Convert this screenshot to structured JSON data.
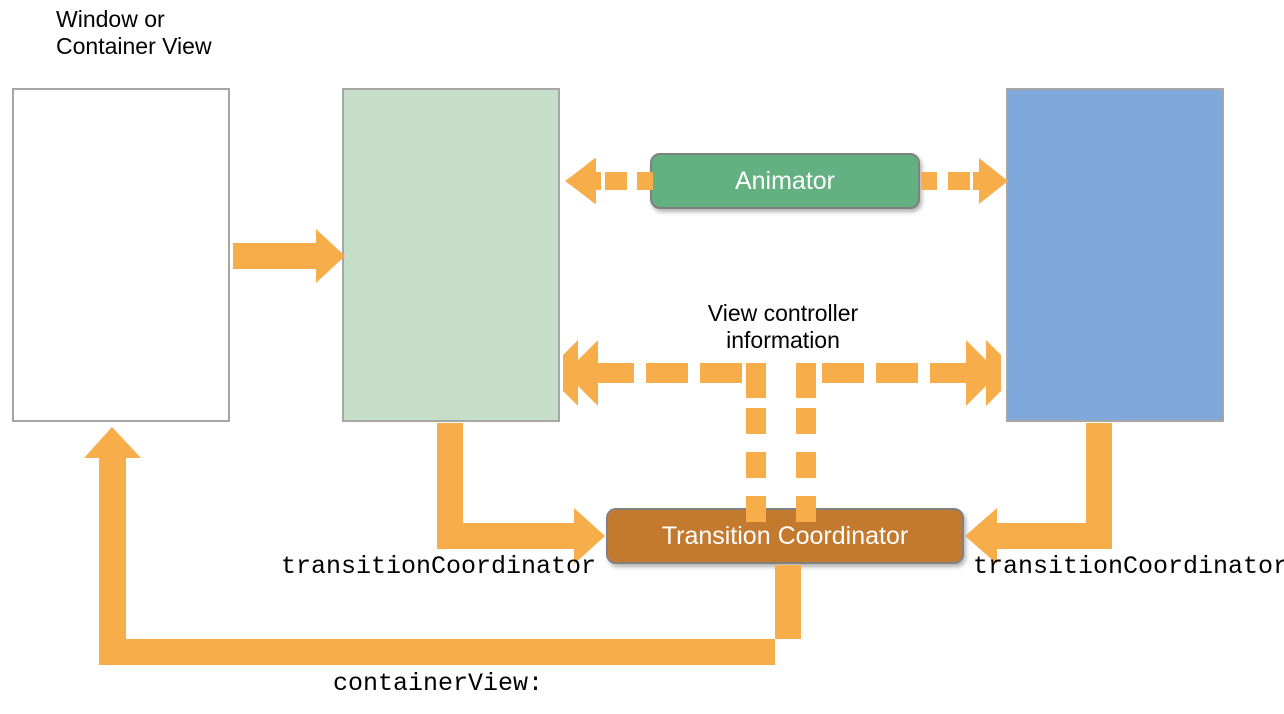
{
  "diagram": {
    "title_label": "Window or\nContainer View",
    "colors": {
      "orange": "#f7ad4a",
      "green_fill": "#c6dec7",
      "green_border": "#a6a6a6",
      "blue_fill": "#7fa9da",
      "blue_border": "#a6a6a6",
      "white_fill": "#ffffff",
      "white_border": "#a6a6a6",
      "animator_fill": "#63b080",
      "animator_border": "#808080",
      "coordinator_fill": "#c47a2e",
      "coordinator_border": "#808080",
      "text": "#000000",
      "box_text": "#ffffff"
    },
    "boxes": [
      {
        "name": "window-container-view-box",
        "label": ""
      },
      {
        "name": "from-view-box",
        "label": ""
      },
      {
        "name": "to-view-box",
        "label": ""
      }
    ],
    "animator": {
      "label": "Animator"
    },
    "coordinator": {
      "label": "Transition Coordinator"
    },
    "annotations": {
      "view_controller_information": "View controller\ninformation",
      "transition_coordinator_left": "transitionCoordinator",
      "transition_coordinator_right": "transitionCoordinator",
      "container_view": "containerView:"
    }
  }
}
